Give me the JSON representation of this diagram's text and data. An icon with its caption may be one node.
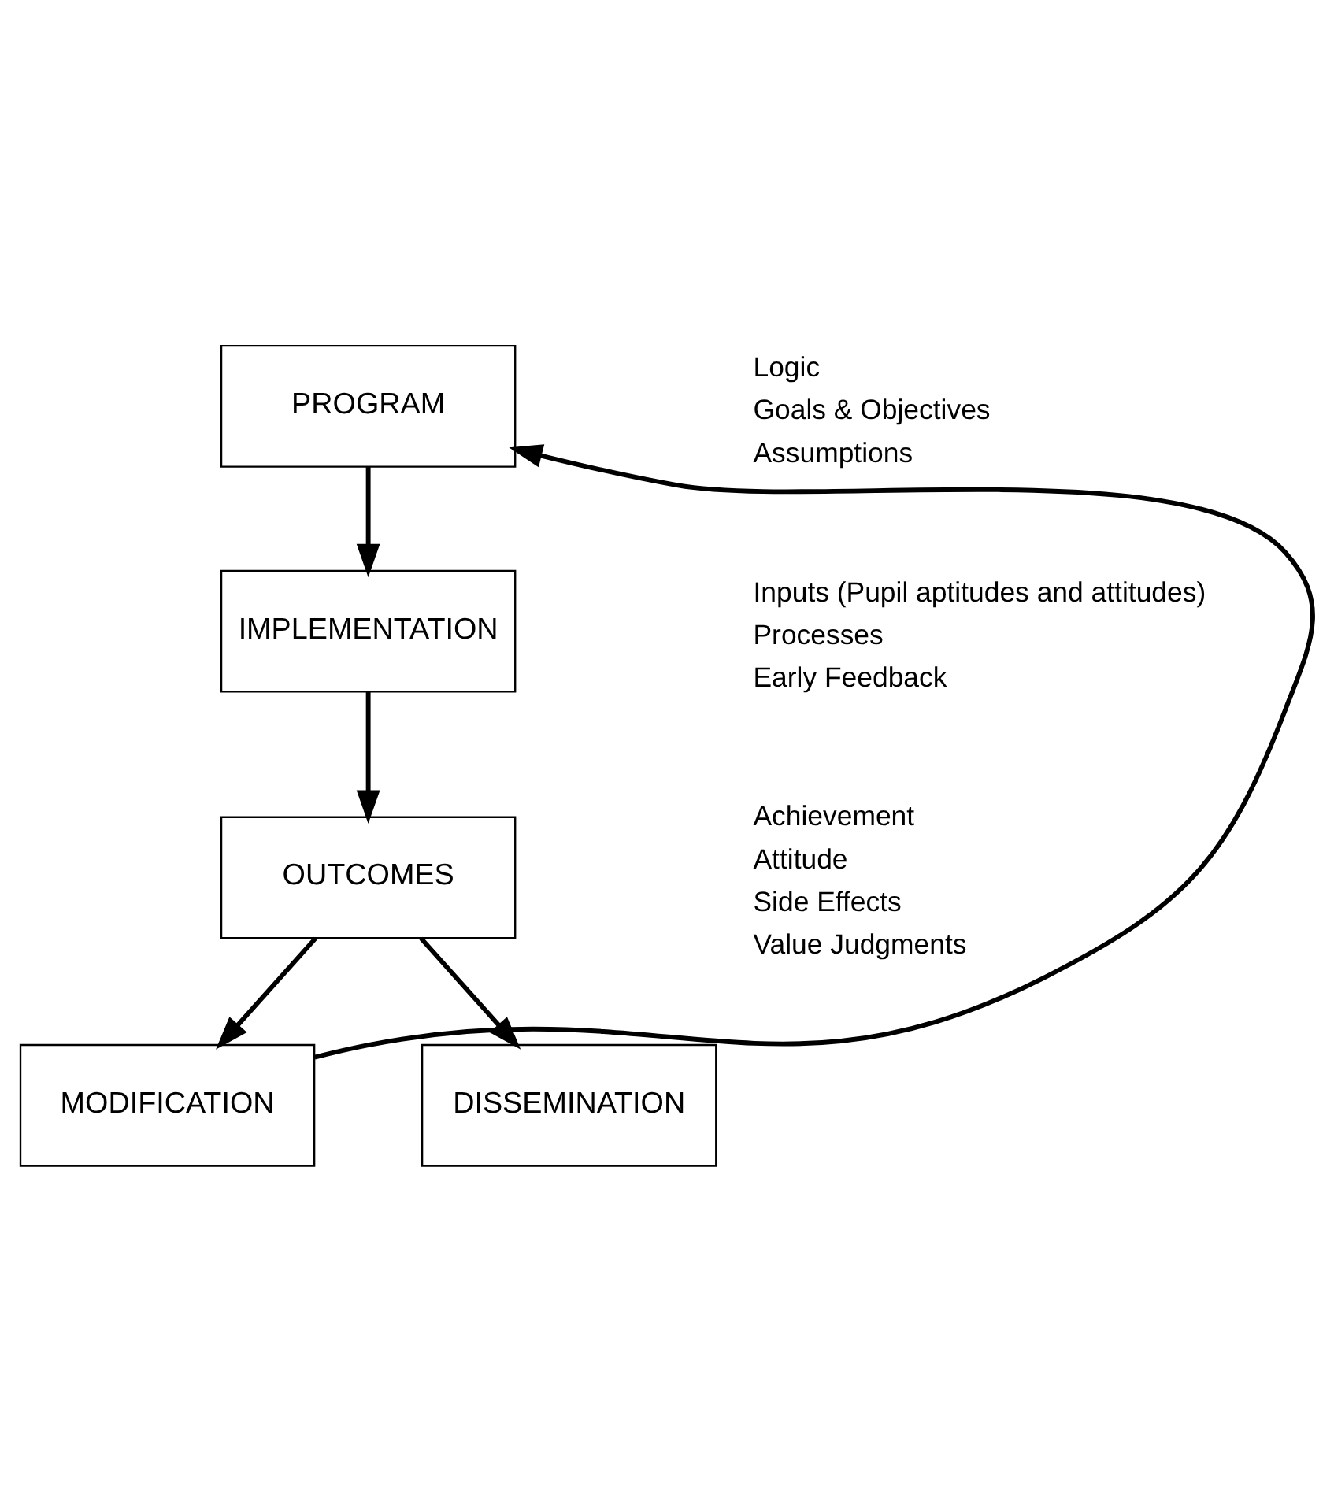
{
  "diagram": {
    "nodes": [
      {
        "text": [
          "PROGRAM"
        ],
        "beside": [
          "Logic",
          "Goals & Objectives",
          "Assumptions"
        ]
      },
      {
        "text": [
          "IMPLEMENTATION"
        ],
        "beside": [
          "Inputs (Pupil aptitudes and attitudes)",
          "Processes",
          "Early Feedback"
        ]
      },
      {
        "text": [
          "OUTCOMES"
        ],
        "beside": [
          "Achievement",
          "Attitude",
          "Side Effects",
          "Value Judgments"
        ]
      },
      {
        "text": [
          "MODIFICATION"
        ]
      },
      {
        "text": [
          "DISSEMINATION"
        ]
      }
    ],
    "edges": [
      {
        "from": 0,
        "to": 1,
        "arrow": "to"
      },
      {
        "from": 1,
        "to": 2,
        "arrow": "to"
      },
      {
        "from": 2,
        "to": 3,
        "arrow": "to"
      },
      {
        "from": 2,
        "to": 4,
        "arrow": "to"
      },
      {
        "from": 3,
        "to": 0,
        "arrow": "to"
      }
    ]
  }
}
